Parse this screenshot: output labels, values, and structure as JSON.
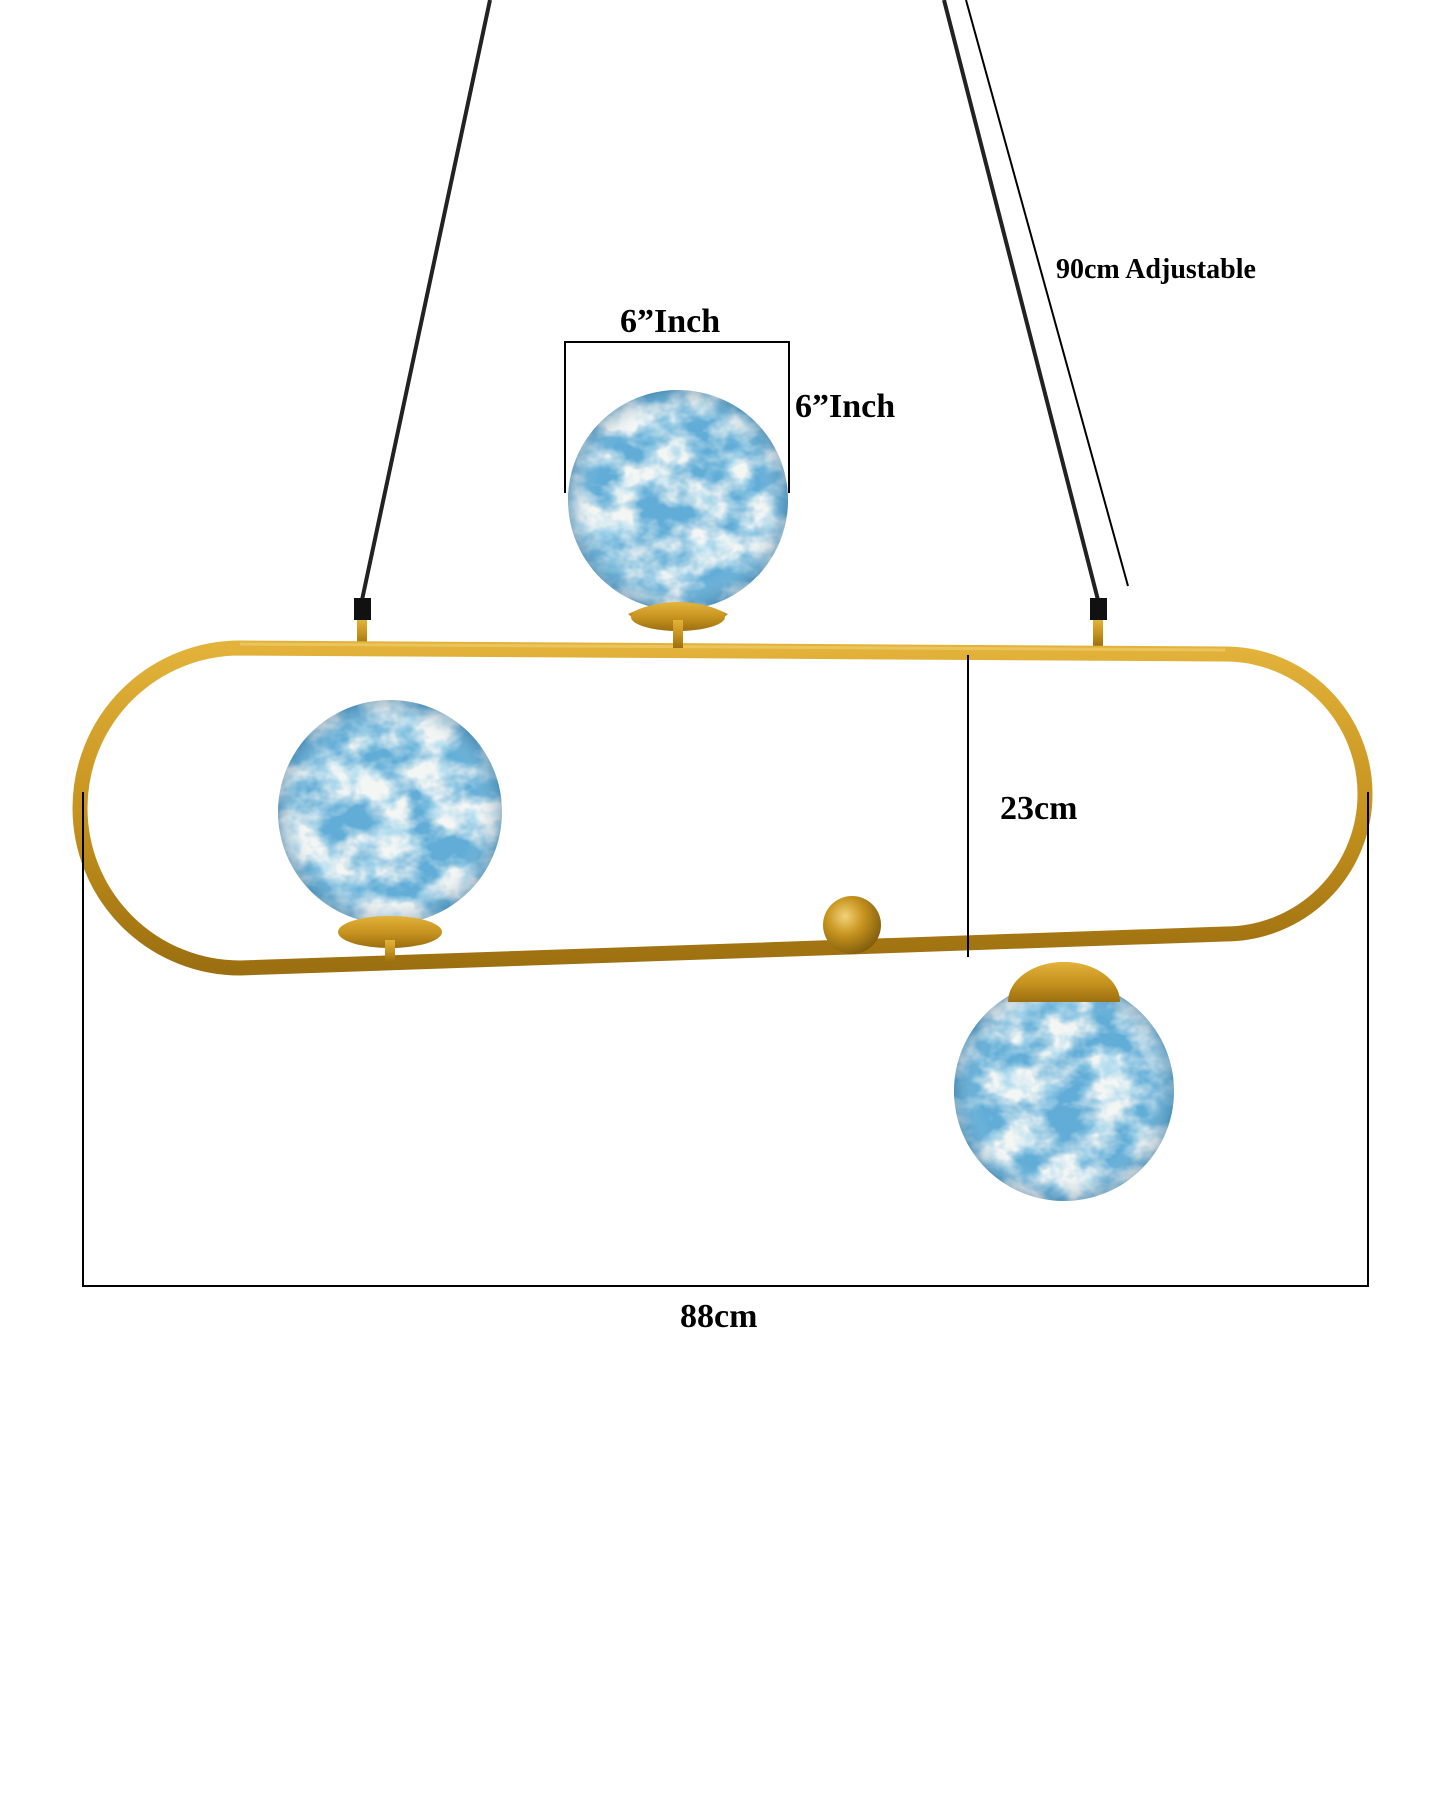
{
  "dimensions": {
    "cable_length": "90cm Adjustable",
    "globe_width": "6”Inch",
    "globe_height": "6”Inch",
    "frame_height": "23cm",
    "overall_width": "88cm"
  },
  "colors": {
    "frame_gold": "#c7941f",
    "frame_gold_dark": "#9c6f10",
    "cable": "#222222",
    "globe_white": "#f4f6f4",
    "globe_blue": "#1f6aa8",
    "globe_light_blue": "#6fb0d6",
    "dimension_line": "#000000"
  },
  "icons": {
    "product": "pendant-chandelier-illustration",
    "globes": [
      "marble-globe-top",
      "marble-globe-left",
      "marble-globe-bottom-right"
    ],
    "finial": "gold-ball-finial"
  }
}
